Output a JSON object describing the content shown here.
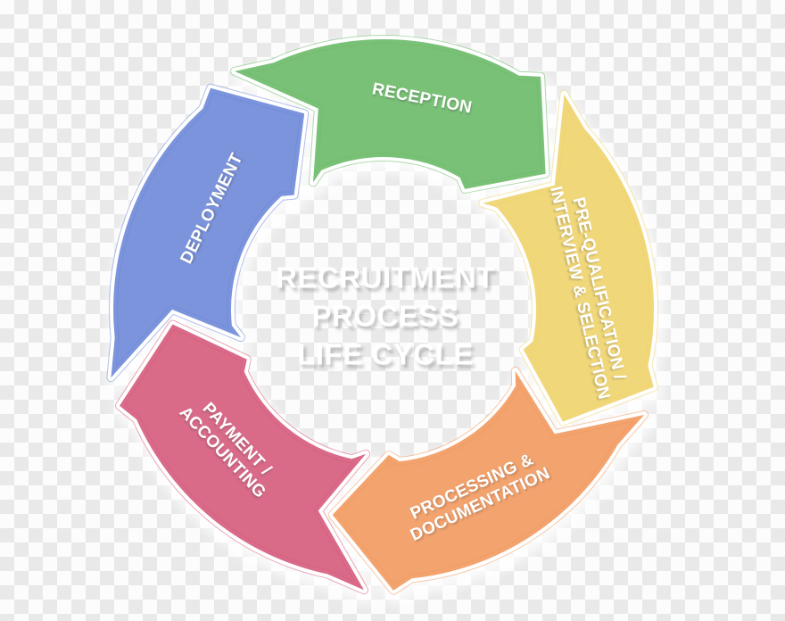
{
  "diagram": {
    "type": "cycle",
    "direction": "clockwise",
    "title_lines": [
      "RECRUITMENT",
      "PROCESS",
      "LIFE CYCLE"
    ],
    "title_color": "#ffffff",
    "label_color": "#ffffff",
    "segments": [
      {
        "id": "reception",
        "lines": [
          "RECEPTION"
        ],
        "color": "#66b864"
      },
      {
        "id": "pre-qualification",
        "lines": [
          "PRE-QUALIFICATION /",
          "INTERVIEW & SELECTION"
        ],
        "color": "#eed166"
      },
      {
        "id": "processing-documentation",
        "lines": [
          "PROCESSING &",
          "DOCUMENTATION"
        ],
        "color": "#f19558"
      },
      {
        "id": "payment-accounting",
        "lines": [
          "PAYMENT /",
          "ACCOUNTING"
        ],
        "color": "#d35578"
      },
      {
        "id": "deployment",
        "lines": [
          "DEPLOYMENT"
        ],
        "color": "#6984d7"
      }
    ],
    "background": {
      "checker_light": "#fcfcfc",
      "checker_dark": "#e9e9e9"
    }
  }
}
